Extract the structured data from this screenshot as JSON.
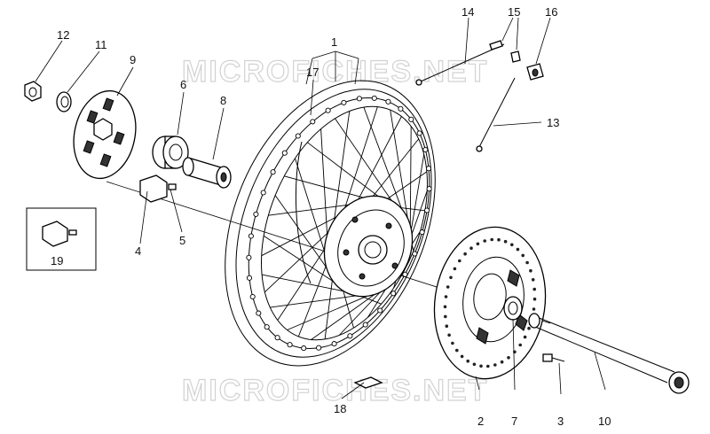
{
  "watermark": {
    "top_text": "MICROFICHES.NET",
    "bottom_text": "MICROFICHES.NET"
  },
  "callouts": {
    "c1": "1",
    "c2": "2",
    "c3": "3",
    "c4": "4",
    "c5": "5",
    "c6": "6",
    "c7": "7",
    "c8": "8",
    "c9": "9",
    "c10": "10",
    "c11": "11",
    "c12": "12",
    "c13": "13",
    "c14": "14",
    "c15": "15",
    "c16": "16",
    "c17": "17",
    "c18": "18",
    "c19": "19"
  }
}
